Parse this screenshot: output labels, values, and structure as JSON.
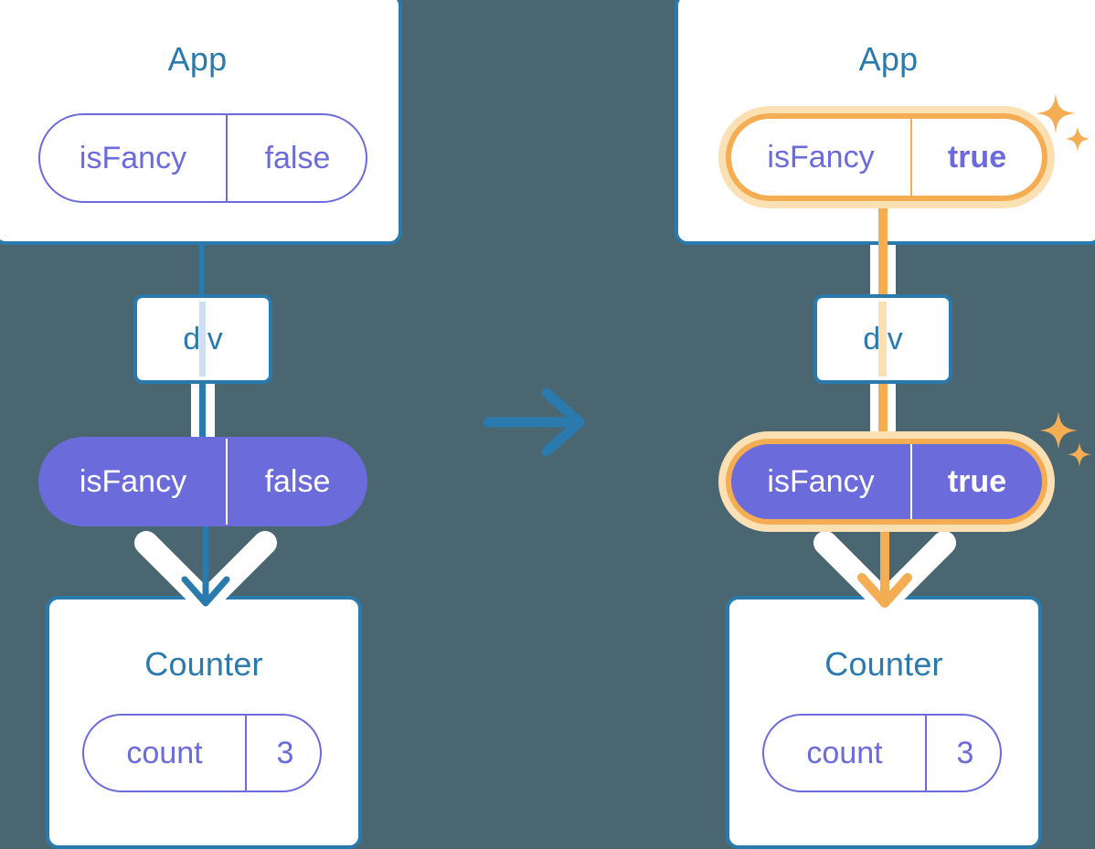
{
  "theme": {
    "background": "#4a6670",
    "box_border": "#2b7aad",
    "title_color": "#2b7aad",
    "pill_purple": "#6b6bdb",
    "highlight_orange": "#f5ad53",
    "highlight_glow": "#fbe0b4",
    "white": "#ffffff"
  },
  "transition": {
    "icon": "right-arrow-icon",
    "label": "becomes"
  },
  "panels": [
    {
      "id": "before",
      "app": {
        "title": "App",
        "state_pill": {
          "key": "isFancy",
          "value": "false",
          "highlighted": false,
          "style": "outline"
        }
      },
      "div_node": {
        "label": "div"
      },
      "prop_pill": {
        "key": "isFancy",
        "value": "false",
        "highlighted": false,
        "style": "filled"
      },
      "counter": {
        "title": "Counter",
        "state_pill": {
          "key": "count",
          "value": "3",
          "highlighted": false,
          "style": "outline"
        }
      },
      "connector_color": "#2b7aad"
    },
    {
      "id": "after",
      "app": {
        "title": "App",
        "state_pill": {
          "key": "isFancy",
          "value": "true",
          "highlighted": true,
          "style": "outline"
        }
      },
      "div_node": {
        "label": "div"
      },
      "prop_pill": {
        "key": "isFancy",
        "value": "true",
        "highlighted": true,
        "style": "filled"
      },
      "counter": {
        "title": "Counter",
        "state_pill": {
          "key": "count",
          "value": "3",
          "highlighted": false,
          "style": "outline"
        }
      },
      "connector_color": "#f5ad53",
      "sparkles": [
        {
          "name": "sparkle-app-pill"
        },
        {
          "name": "sparkle-prop-pill"
        }
      ]
    }
  ]
}
